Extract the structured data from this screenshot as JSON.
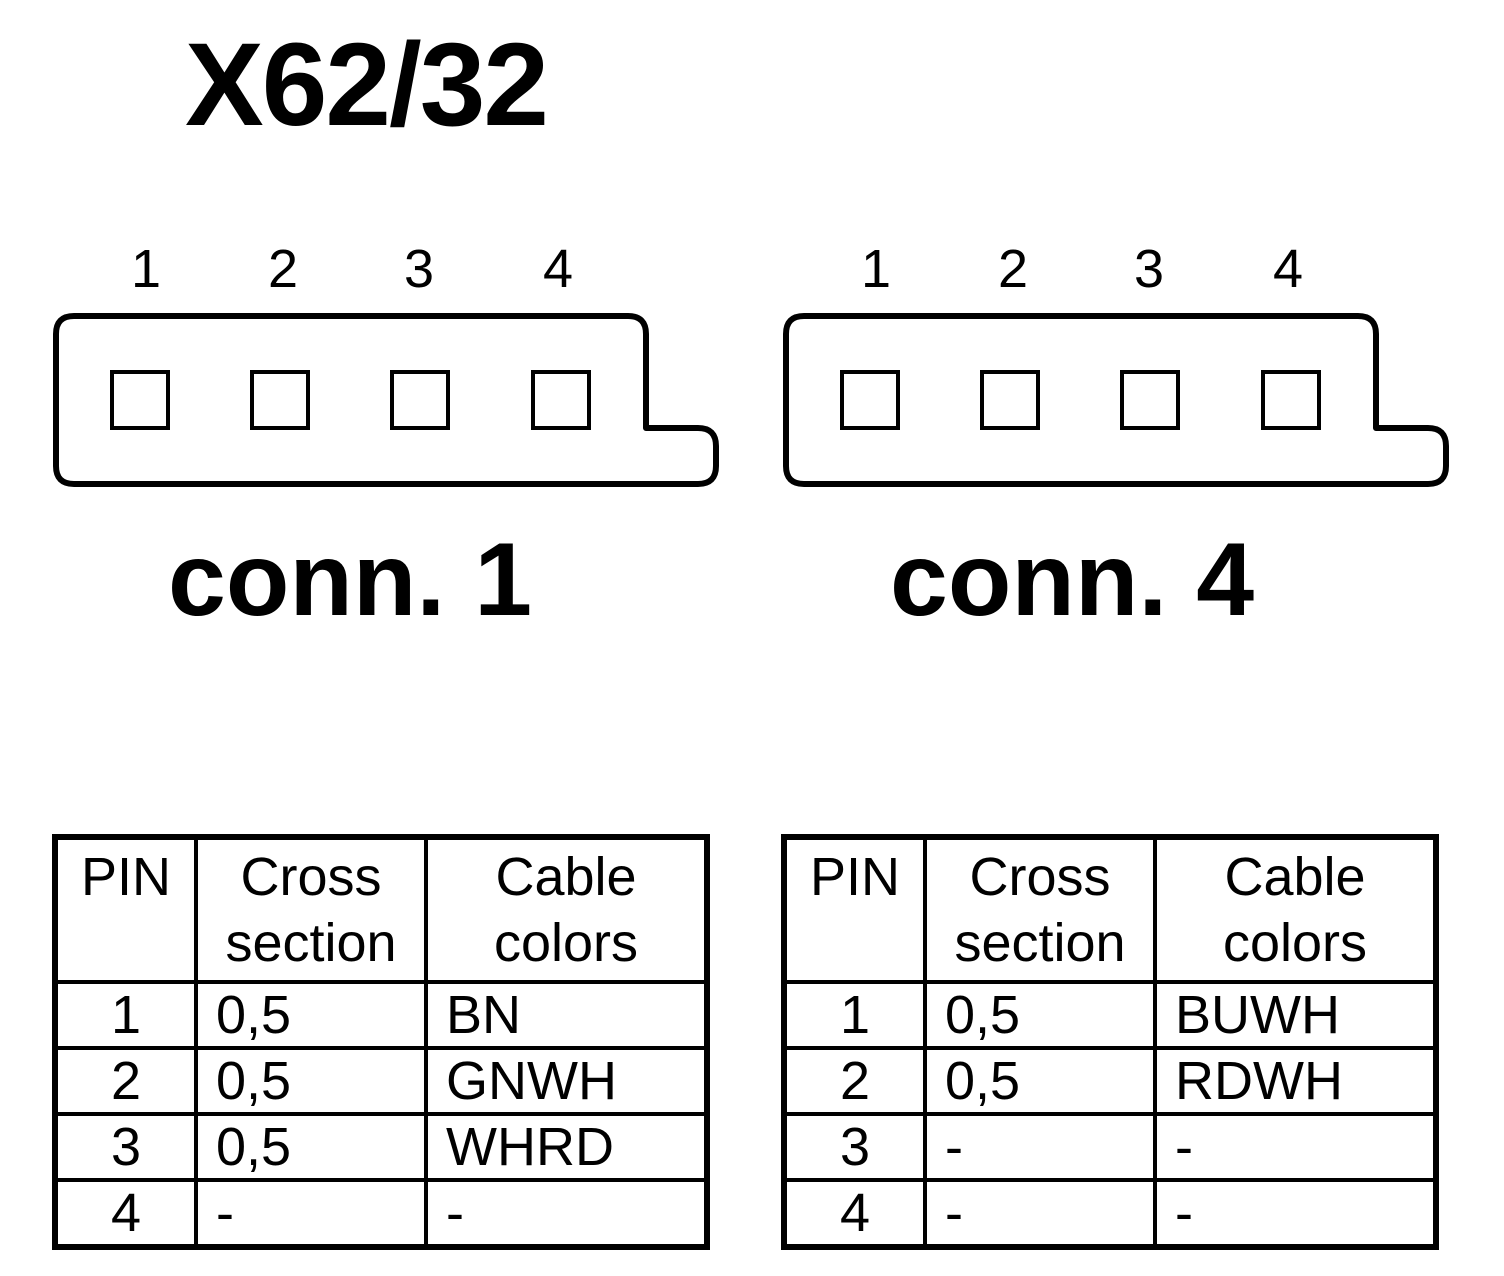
{
  "title": "X62/32",
  "connectors": [
    {
      "label": "conn. 1",
      "pin_numbers": [
        "1",
        "2",
        "3",
        "4"
      ]
    },
    {
      "label": "conn. 4",
      "pin_numbers": [
        "1",
        "2",
        "3",
        "4"
      ]
    }
  ],
  "tables": [
    {
      "headers": {
        "pin": "PIN",
        "cross_1": "Cross",
        "cross_2": "section",
        "color_1": "Cable",
        "color_2": "colors"
      },
      "rows": [
        {
          "pin": "1",
          "cross": "0,5",
          "color": "BN"
        },
        {
          "pin": "2",
          "cross": "0,5",
          "color": "GNWH"
        },
        {
          "pin": "3",
          "cross": "0,5",
          "color": "WHRD"
        },
        {
          "pin": "4",
          "cross": "-",
          "color": "-"
        }
      ]
    },
    {
      "headers": {
        "pin": "PIN",
        "cross_1": "Cross",
        "cross_2": "section",
        "color_1": "Cable",
        "color_2": "colors"
      },
      "rows": [
        {
          "pin": "1",
          "cross": "0,5",
          "color": "BUWH"
        },
        {
          "pin": "2",
          "cross": "0,5",
          "color": "RDWH"
        },
        {
          "pin": "3",
          "cross": "-",
          "color": "-"
        },
        {
          "pin": "4",
          "cross": "-",
          "color": "-"
        }
      ]
    }
  ]
}
